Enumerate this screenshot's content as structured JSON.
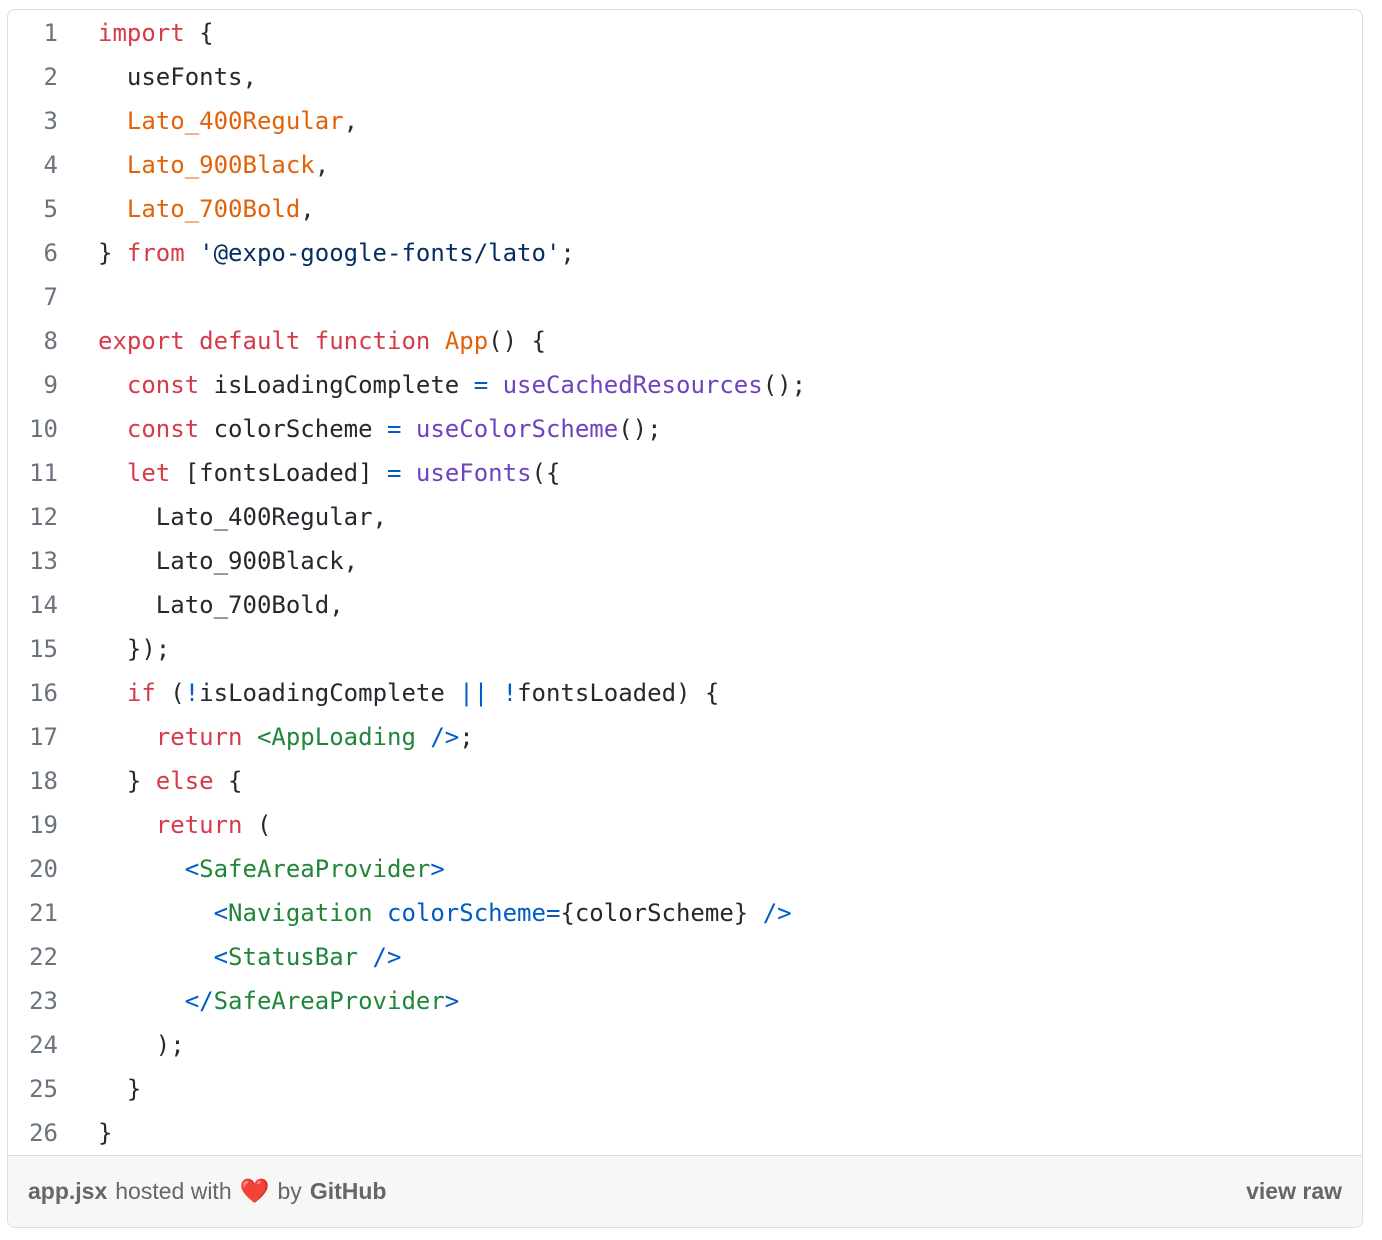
{
  "gist": {
    "file_name": "app.jsx",
    "hosted_text": "hosted with",
    "by_text": "by",
    "host_name": "GitHub",
    "view_raw_label": "view raw",
    "heart_icon": "heart-icon"
  },
  "code_lines": [
    {
      "n": "1",
      "tokens": [
        [
          "k",
          "import"
        ],
        [
          "p",
          " {"
        ]
      ]
    },
    {
      "n": "2",
      "tokens": [
        [
          "p",
          "  useFonts,"
        ]
      ]
    },
    {
      "n": "3",
      "tokens": [
        [
          "p",
          "  "
        ],
        [
          "c",
          "Lato_400Regular"
        ],
        [
          "p",
          ","
        ]
      ]
    },
    {
      "n": "4",
      "tokens": [
        [
          "p",
          "  "
        ],
        [
          "c",
          "Lato_900Black"
        ],
        [
          "p",
          ","
        ]
      ]
    },
    {
      "n": "5",
      "tokens": [
        [
          "p",
          "  "
        ],
        [
          "c",
          "Lato_700Bold"
        ],
        [
          "p",
          ","
        ]
      ]
    },
    {
      "n": "6",
      "tokens": [
        [
          "p",
          "} "
        ],
        [
          "k",
          "from"
        ],
        [
          "p",
          " "
        ],
        [
          "s",
          "'@expo-google-fonts/lato'"
        ],
        [
          "p",
          ";"
        ]
      ]
    },
    {
      "n": "7",
      "tokens": []
    },
    {
      "n": "8",
      "tokens": [
        [
          "k",
          "export"
        ],
        [
          "p",
          " "
        ],
        [
          "k",
          "default"
        ],
        [
          "p",
          " "
        ],
        [
          "k",
          "function"
        ],
        [
          "p",
          " "
        ],
        [
          "c",
          "App"
        ],
        [
          "p",
          "() {"
        ]
      ]
    },
    {
      "n": "9",
      "tokens": [
        [
          "p",
          "  "
        ],
        [
          "k",
          "const"
        ],
        [
          "p",
          " isLoadingComplete "
        ],
        [
          "b",
          "="
        ],
        [
          "p",
          " "
        ],
        [
          "f",
          "useCachedResources"
        ],
        [
          "p",
          "();"
        ]
      ]
    },
    {
      "n": "10",
      "tokens": [
        [
          "p",
          "  "
        ],
        [
          "k",
          "const"
        ],
        [
          "p",
          " colorScheme "
        ],
        [
          "b",
          "="
        ],
        [
          "p",
          " "
        ],
        [
          "f",
          "useColorScheme"
        ],
        [
          "p",
          "();"
        ]
      ]
    },
    {
      "n": "11",
      "tokens": [
        [
          "p",
          "  "
        ],
        [
          "k",
          "let"
        ],
        [
          "p",
          " [fontsLoaded] "
        ],
        [
          "b",
          "="
        ],
        [
          "p",
          " "
        ],
        [
          "f",
          "useFonts"
        ],
        [
          "p",
          "({"
        ]
      ]
    },
    {
      "n": "12",
      "tokens": [
        [
          "p",
          "    Lato_400Regular,"
        ]
      ]
    },
    {
      "n": "13",
      "tokens": [
        [
          "p",
          "    Lato_900Black,"
        ]
      ]
    },
    {
      "n": "14",
      "tokens": [
        [
          "p",
          "    Lato_700Bold,"
        ]
      ]
    },
    {
      "n": "15",
      "tokens": [
        [
          "p",
          "  });"
        ]
      ]
    },
    {
      "n": "16",
      "tokens": [
        [
          "p",
          "  "
        ],
        [
          "k",
          "if"
        ],
        [
          "p",
          " ("
        ],
        [
          "b",
          "!"
        ],
        [
          "p",
          "isLoadingComplete "
        ],
        [
          "b",
          "||"
        ],
        [
          "p",
          " "
        ],
        [
          "b",
          "!"
        ],
        [
          "p",
          "fontsLoaded) {"
        ]
      ]
    },
    {
      "n": "17",
      "tokens": [
        [
          "p",
          "    "
        ],
        [
          "k",
          "return"
        ],
        [
          "p",
          " "
        ],
        [
          "t",
          "<AppLoading"
        ],
        [
          "p",
          " "
        ],
        [
          "b",
          "/>"
        ],
        [
          "p",
          ";"
        ]
      ]
    },
    {
      "n": "18",
      "tokens": [
        [
          "p",
          "  } "
        ],
        [
          "k",
          "else"
        ],
        [
          "p",
          " {"
        ]
      ]
    },
    {
      "n": "19",
      "tokens": [
        [
          "p",
          "    "
        ],
        [
          "k",
          "return"
        ],
        [
          "p",
          " ("
        ]
      ]
    },
    {
      "n": "20",
      "tokens": [
        [
          "p",
          "      "
        ],
        [
          "b",
          "<"
        ],
        [
          "t",
          "SafeAreaProvider"
        ],
        [
          "b",
          ">"
        ]
      ]
    },
    {
      "n": "21",
      "tokens": [
        [
          "p",
          "        "
        ],
        [
          "b",
          "<"
        ],
        [
          "t",
          "Navigation"
        ],
        [
          "p",
          " "
        ],
        [
          "b",
          "colorScheme="
        ],
        [
          "p",
          "{colorScheme} "
        ],
        [
          "b",
          "/>"
        ]
      ]
    },
    {
      "n": "22",
      "tokens": [
        [
          "p",
          "        "
        ],
        [
          "b",
          "<"
        ],
        [
          "t",
          "StatusBar"
        ],
        [
          "p",
          " "
        ],
        [
          "b",
          "/>"
        ]
      ]
    },
    {
      "n": "23",
      "tokens": [
        [
          "p",
          "      "
        ],
        [
          "b",
          "</"
        ],
        [
          "t",
          "SafeAreaProvider"
        ],
        [
          "b",
          ">"
        ]
      ]
    },
    {
      "n": "24",
      "tokens": [
        [
          "p",
          "    );"
        ]
      ]
    },
    {
      "n": "25",
      "tokens": [
        [
          "p",
          "  }"
        ]
      ]
    },
    {
      "n": "26",
      "tokens": [
        [
          "p",
          "}"
        ]
      ]
    }
  ],
  "colors": {
    "keyword": "#d73a49",
    "constant": "#e36209",
    "string": "#032f62",
    "function": "#6f42c1",
    "tag": "#22863a",
    "operator": "#005cc5",
    "text": "#24292e",
    "line_number": "#6a737d"
  }
}
